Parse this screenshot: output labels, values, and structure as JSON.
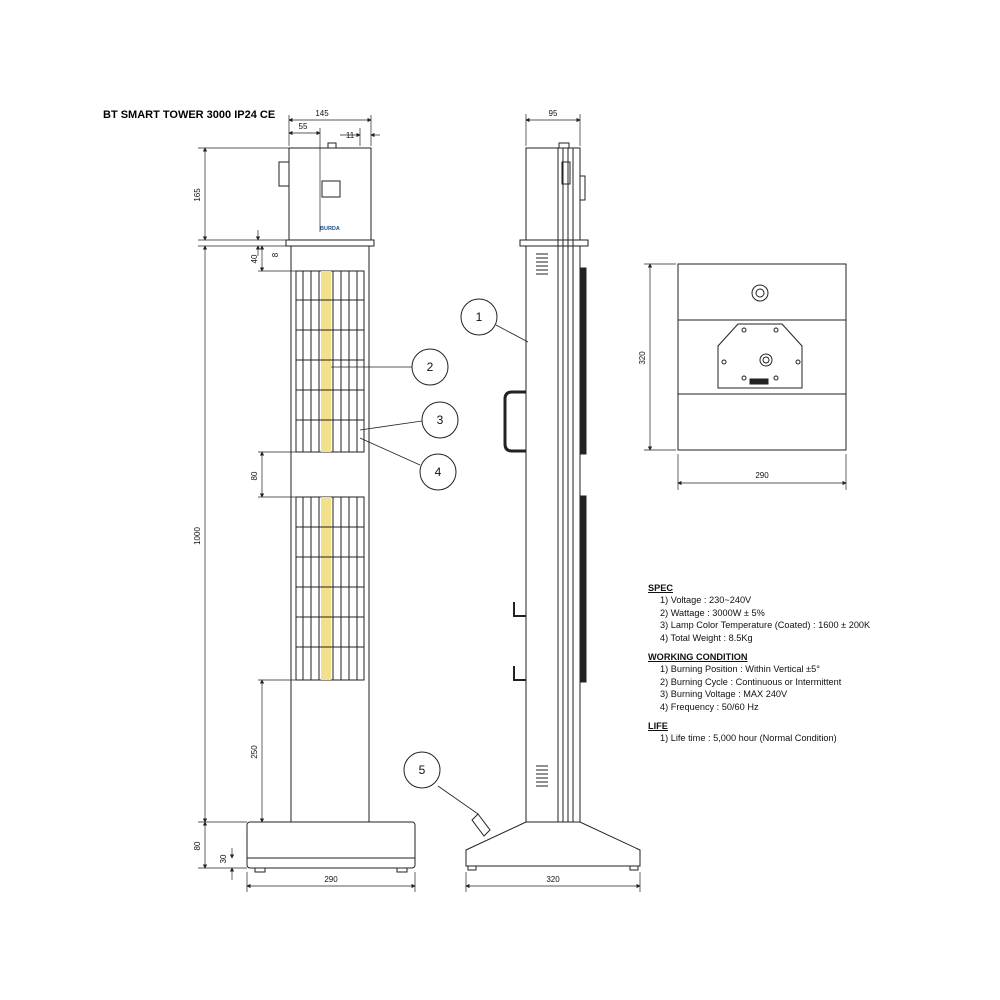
{
  "title": "BT SMART TOWER 3000 IP24 CE",
  "logo_text": "BURDA",
  "dimensions": {
    "front_width_top": "145",
    "front_offset": "55",
    "front_right_gap": "11",
    "head_height": "165",
    "collar": "8",
    "top_gap": "40",
    "mid_gap": "80",
    "lower_gap": "250",
    "body_height": "1000",
    "base_height": "80",
    "base_foot": "30",
    "base_width_front": "290",
    "side_depth_top": "95",
    "side_base_width": "320",
    "top_view_depth": "320",
    "top_view_width": "290"
  },
  "callouts": [
    "1",
    "2",
    "3",
    "4",
    "5"
  ],
  "spec": {
    "header": "SPEC",
    "items": [
      "1) Voltage : 230~240V",
      "2) Wattage : 3000W ± 5%",
      "3) Lamp Color Temperature (Coated) :  1600 ± 200K",
      "4) Total Weight : 8.5Kg"
    ]
  },
  "working_condition": {
    "header": "WORKING CONDITION",
    "items": [
      "1) Burning Position : Within Vertical ±5°",
      "2) Burning Cycle : Continuous or Intermittent",
      "3) Burning Voltage : MAX 240V",
      "4) Frequency : 50/60 Hz"
    ]
  },
  "life": {
    "header": "LIFE",
    "items": [
      "1) Life time : 5,000 hour (Normal Condition)"
    ]
  },
  "colors": {
    "line": "#222222",
    "lamp": "#f2e08a"
  }
}
